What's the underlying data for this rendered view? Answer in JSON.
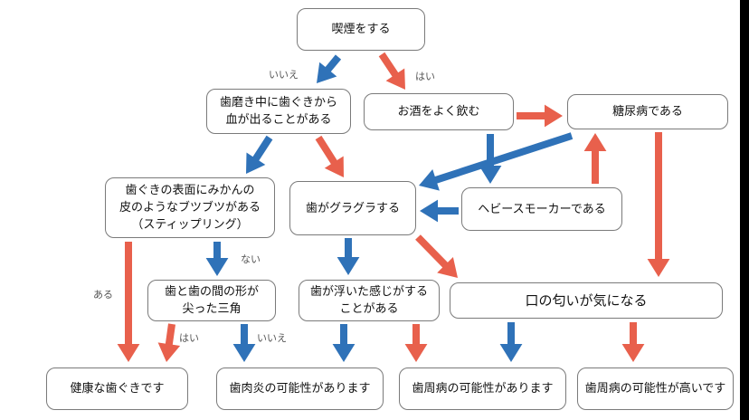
{
  "colors": {
    "red": "#e8604c",
    "blue": "#2f72b8",
    "border": "#7a7a7a"
  },
  "nodes": {
    "smoke": "喫煙をする",
    "bleeding": "歯磨き中に歯ぐきから\n血が出ることがある",
    "alcohol": "お酒をよく飲む",
    "diabetes": "糖尿病である",
    "stippling": "歯ぐきの表面にみかんの\n皮のようなブツブツがある\n（スティップリング）",
    "loose": "歯がグラグラする",
    "heavy_smoker": "ヘビースモーカーである",
    "pointed": "歯と歯の間の形が\n尖った三角",
    "floating": "歯が浮いた感じがする\nことがある",
    "bad_breath": "口の匂いが気になる",
    "healthy": "健康な歯ぐきです",
    "gingivitis": "歯肉炎の可能性があります",
    "periodontitis_possible": "歯周病の可能性があります",
    "periodontitis_high": "歯周病の可能性が高いです"
  },
  "labels": {
    "no_smoke": "いいえ",
    "yes_smoke": "はい",
    "nai": "ない",
    "aru": "ある",
    "yes_pointed": "はい",
    "no_pointed": "いいえ"
  }
}
